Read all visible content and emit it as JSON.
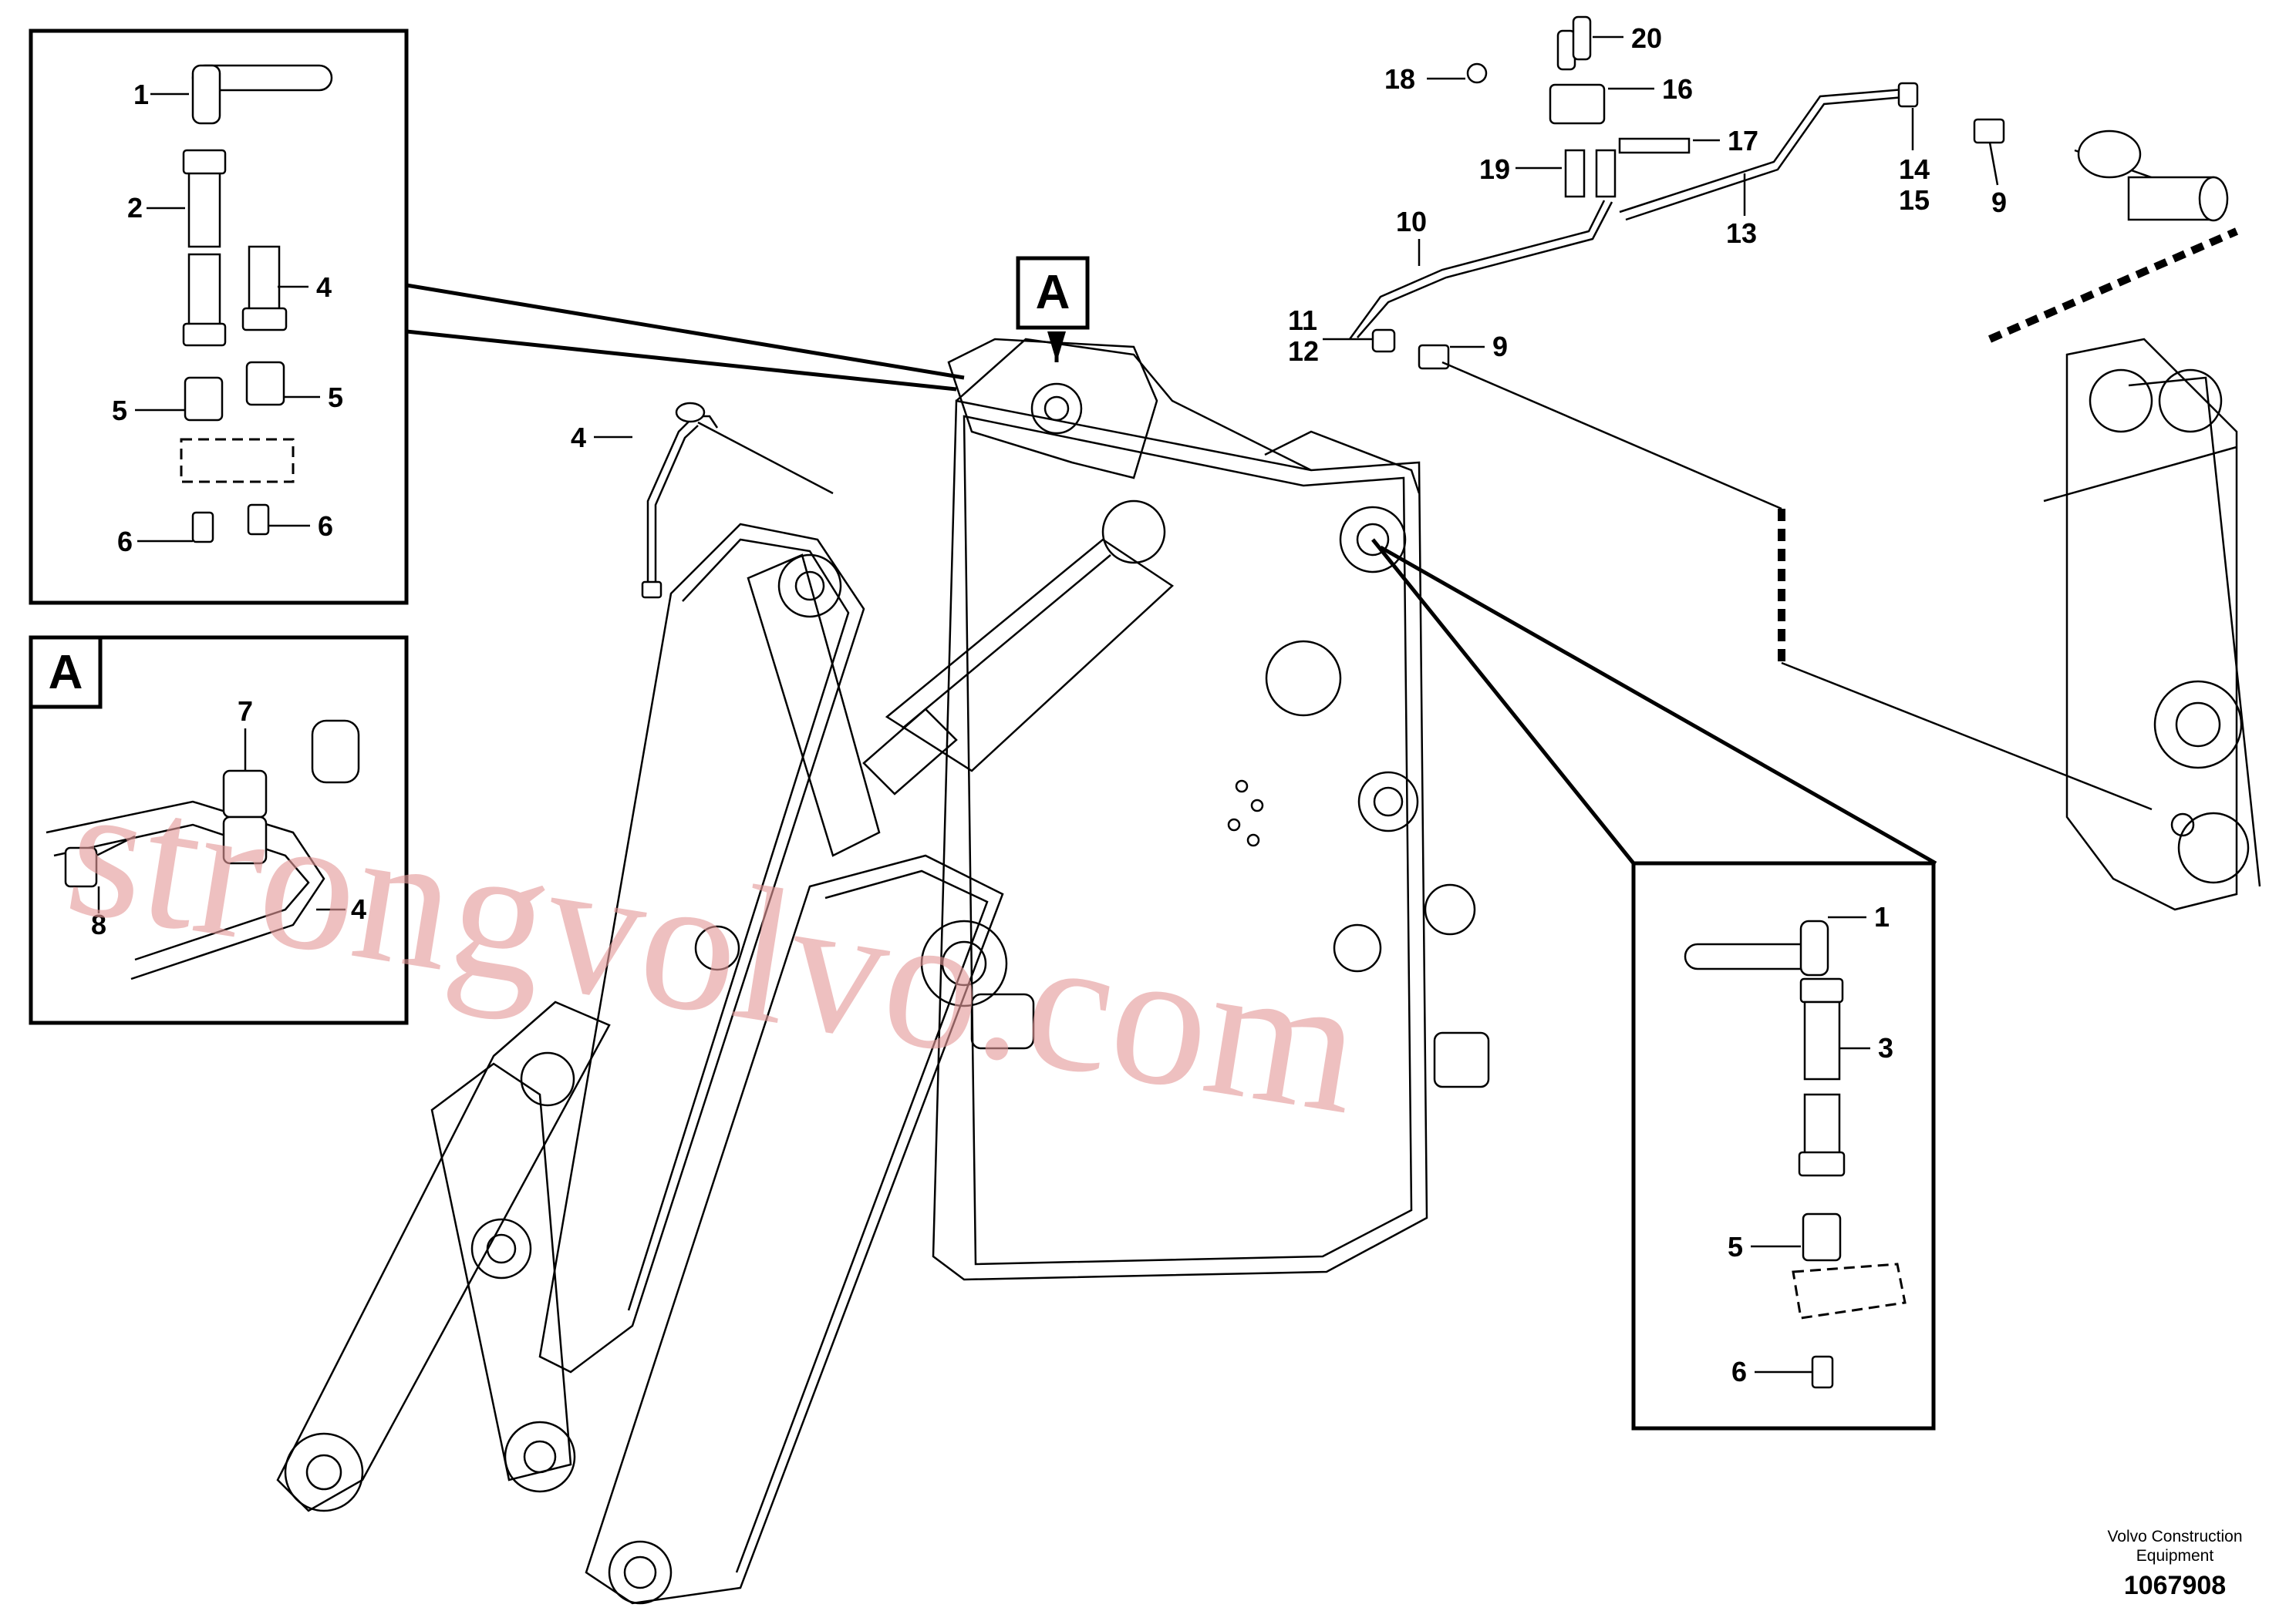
{
  "detail_tags": {
    "main": "A",
    "inset": "A"
  },
  "inset_top_left_callouts": [
    "1",
    "2",
    "4",
    "5",
    "5",
    "6",
    "6"
  ],
  "inset_a_callouts": [
    "7",
    "8",
    "4"
  ],
  "inset_right_callouts": [
    "1",
    "3",
    "5",
    "6"
  ],
  "main_callouts": [
    "4",
    "20",
    "18",
    "16",
    "17",
    "19",
    "10",
    "13",
    "14",
    "15",
    "9",
    "11",
    "12",
    "9"
  ],
  "watermark": "strongvolvo.com",
  "credit": {
    "line1": "Volvo Construction",
    "line2": "Equipment"
  },
  "doc_number": "1067908"
}
